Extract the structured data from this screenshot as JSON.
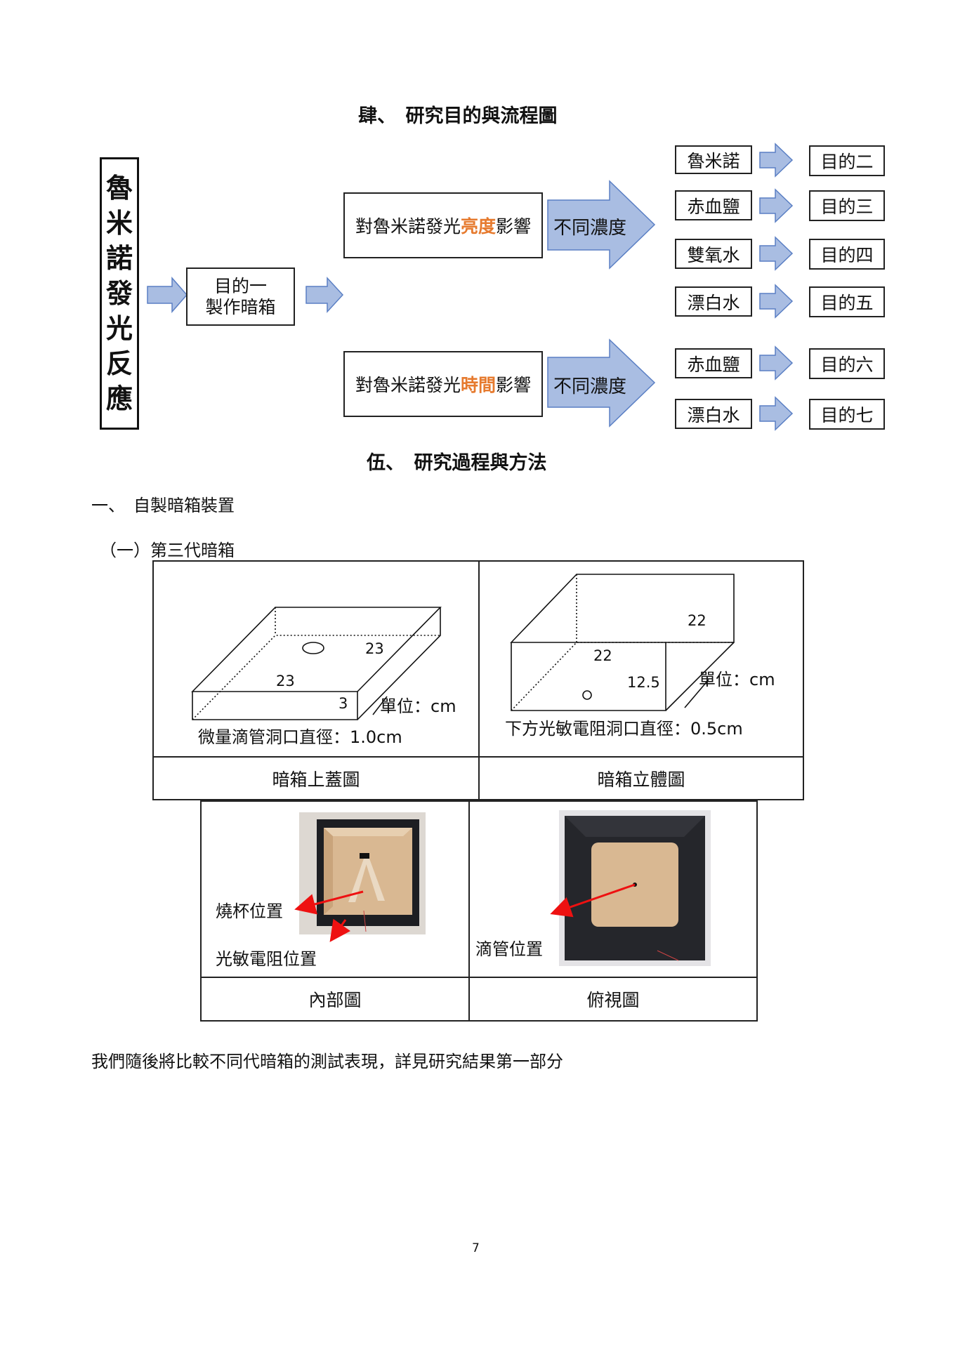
{
  "heading4": "肆、　研究目的與流程圖",
  "flow": {
    "vertical_title": [
      "魯",
      "米",
      "諾",
      "發",
      "光",
      "反",
      "應"
    ],
    "purpose1_line1": "目的一",
    "purpose1_line2": "製作暗箱",
    "brightness": {
      "pre": "對魯米諾發光",
      "hl": "亮度",
      "post": "影響"
    },
    "time": {
      "pre": "對魯米諾發光",
      "hl": "時間",
      "post": "影響"
    },
    "concentration_label": "不同濃度",
    "top_rows": [
      {
        "substance": "魯米諾",
        "goal": "目的二"
      },
      {
        "substance": "赤血鹽",
        "goal": "目的三"
      },
      {
        "substance": "雙氧水",
        "goal": "目的四"
      },
      {
        "substance": "漂白水",
        "goal": "目的五"
      }
    ],
    "bottom_rows": [
      {
        "substance": "赤血鹽",
        "goal": "目的六"
      },
      {
        "substance": "漂白水",
        "goal": "目的七"
      }
    ],
    "colors": {
      "arrow_fill": "#a9bde2",
      "arrow_stroke": "#5a7fc4",
      "highlight": "#e67a2e"
    }
  },
  "heading5": "伍、　研究過程與方法",
  "section1": "一、　自製暗箱裝置",
  "sub1": "（一）第三代暗箱",
  "table1": {
    "lid": {
      "dim_top": "23",
      "dim_left": "23",
      "dim_height": "3",
      "unit": "單位：cm",
      "hole_note": "微量滴管洞口直徑：1.0cm"
    },
    "box": {
      "dim_back": "22",
      "dim_front": "22",
      "dim_height": "12.5",
      "unit": "單位：cm",
      "hole_note": "下方光敏電阻洞口直徑：0.5cm"
    },
    "caption_left": "暗箱上蓋圖",
    "caption_right": "暗箱立體圖"
  },
  "table2": {
    "beaker_label": "燒杯位置",
    "sensor_label": "光敏電阻位置",
    "dropper_label": "滴管位置",
    "caption_left": "內部圖",
    "caption_right": "俯視圖"
  },
  "footer_text": "我們隨後將比較不同代暗箱的測試表現，詳見研究結果第一部分",
  "page_number": "7"
}
